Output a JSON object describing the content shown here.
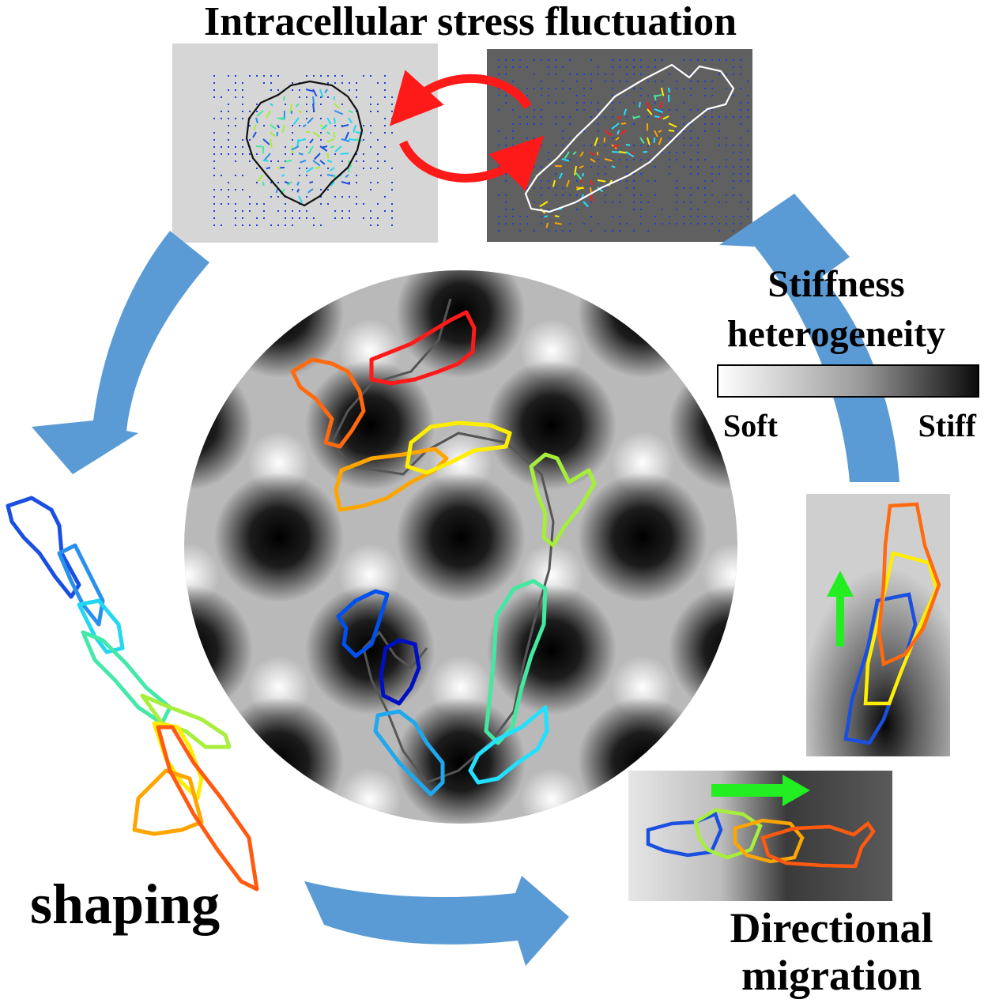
{
  "title": "Intracellular stress fluctuation",
  "stiffness": {
    "title_line1": "Stiffness",
    "title_line2": "heterogeneity",
    "scale_low": "Soft",
    "scale_high": "Stiff"
  },
  "shaping_label": "shaping",
  "migration": {
    "line1": "Directional",
    "line2": "migration"
  },
  "colors": {
    "cycle_arrow": "#5b9bd5",
    "feedback_arrow": "#ff1a1a",
    "direction_arrow": "#22ee22",
    "trajectory": "#555555"
  },
  "trajectory_colors": [
    "#ff1a1a",
    "#ff6a10",
    "#ffa500",
    "#ffee00",
    "#a6ee3c",
    "#44e8a0",
    "#22e0ff",
    "#20a8ee",
    "#0050ee",
    "#0010c0"
  ]
}
